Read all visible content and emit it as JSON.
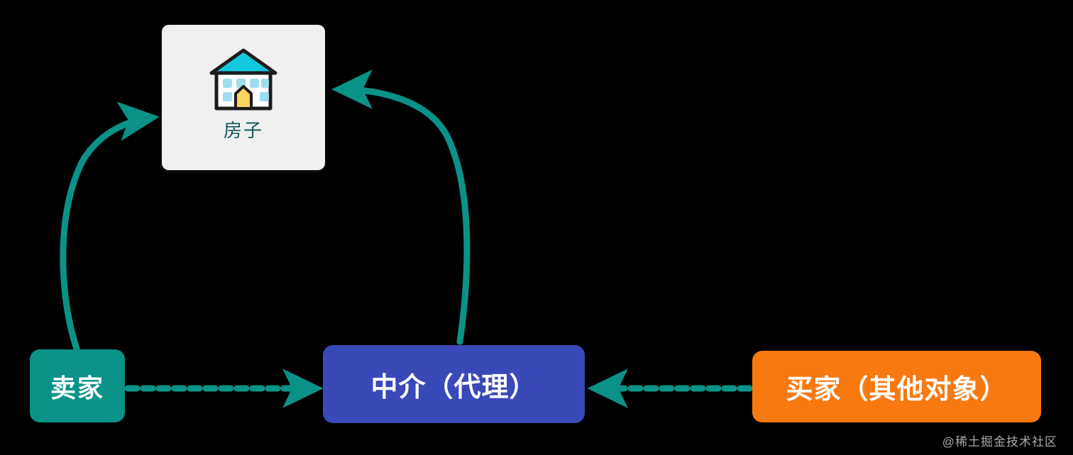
{
  "diagram": {
    "title": "Proxy pattern house-buying analogy",
    "background_color": "#000000",
    "edge_color": "#0a9288"
  },
  "house_card": {
    "label": "房子",
    "label_color": "#13595a",
    "card_color": "#f0f0f0",
    "icon": "house-icon",
    "icon_colors": {
      "roof": "#12c9e0",
      "wall": "#ffffff",
      "outline": "#1c1c1c",
      "window": "#9fdced",
      "door": "#fbd35f"
    }
  },
  "nodes": [
    {
      "id": "seller",
      "label": "卖家",
      "color": "#0a9288",
      "text_color": "#ffffff"
    },
    {
      "id": "agent",
      "label": "中介（代理）",
      "color": "#3a49b8",
      "text_color": "#ffffff"
    },
    {
      "id": "buyer",
      "label": "买家（其他对象）",
      "color": "#f97911",
      "text_color": "#ffffff"
    }
  ],
  "edges": [
    {
      "id": "seller-to-house",
      "from": "seller",
      "to": "house",
      "style": "solid-curve",
      "direction": "forward",
      "color": "#0a9288"
    },
    {
      "id": "agent-to-house",
      "from": "agent",
      "to": "house",
      "style": "solid-curve",
      "direction": "forward",
      "color": "#0a9288"
    },
    {
      "id": "seller-to-agent",
      "from": "seller",
      "to": "agent",
      "style": "dashed-line",
      "direction": "forward",
      "color": "#0a9288"
    },
    {
      "id": "buyer-to-agent",
      "from": "buyer",
      "to": "agent",
      "style": "dashed-line",
      "direction": "forward",
      "color": "#0a9288"
    }
  ],
  "watermark": {
    "text": "@稀土掘金技术社区"
  }
}
